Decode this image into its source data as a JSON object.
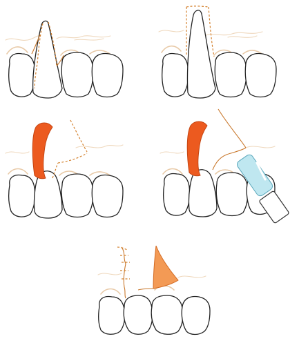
{
  "figure": {
    "panels": [
      {
        "id": "step-1",
        "elements": [
          "teeth",
          "gingiva",
          "incision-lines"
        ]
      },
      {
        "id": "step-2",
        "elements": [
          "teeth",
          "gingiva",
          "incision-lines"
        ]
      },
      {
        "id": "step-3",
        "elements": [
          "teeth",
          "gingiva",
          "flap",
          "incision-lines"
        ]
      },
      {
        "id": "step-4",
        "elements": [
          "teeth",
          "gingiva",
          "flap",
          "instrument"
        ]
      },
      {
        "id": "step-5",
        "elements": [
          "teeth",
          "gingiva",
          "graft",
          "sutures"
        ]
      }
    ],
    "colors": {
      "tooth_outline": "#222222",
      "gingiva": "#e8c9a6",
      "incision": "#d4822f",
      "flap": "#ec5a1f",
      "graft": "#f39a55",
      "instrument": "#bfe7f0"
    }
  }
}
